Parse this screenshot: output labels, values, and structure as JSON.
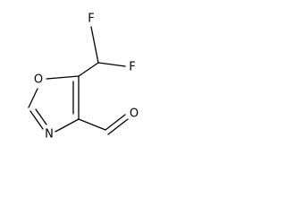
{
  "structure": {
    "atom_labels": {
      "fluorine_top": "F",
      "fluorine_right": "F",
      "ring_oxygen": "O",
      "ring_nitrogen": "N",
      "aldehyde_oxygen": "O"
    },
    "colors": {
      "ink": "#000000",
      "background": "#ffffff"
    }
  }
}
